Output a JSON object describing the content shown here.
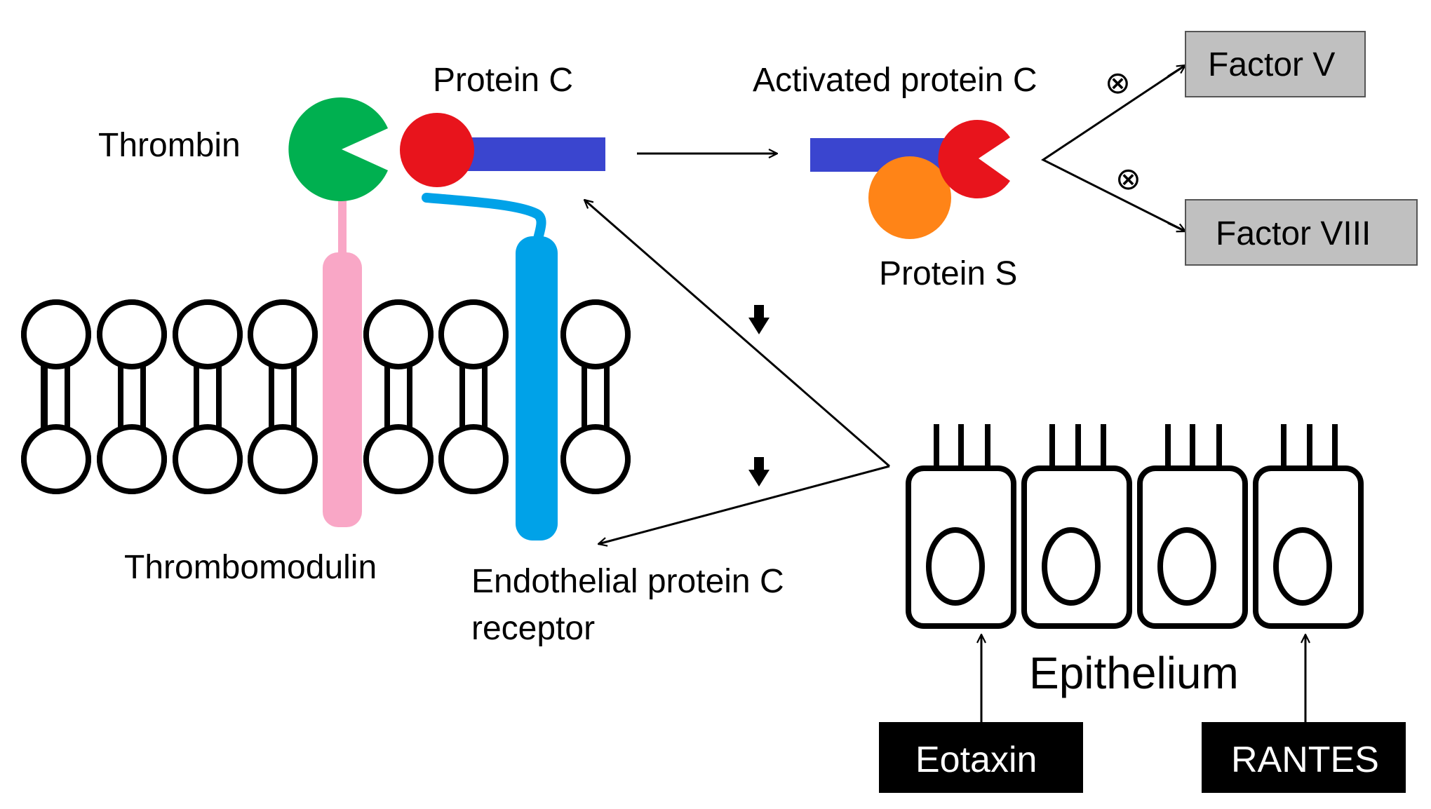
{
  "labels": {
    "thrombin": "Thrombin",
    "protein_c": "Protein C",
    "activated_protein_c": "Activated protein C",
    "protein_s": "Protein S",
    "factor_v": "Factor V",
    "factor_viii": "Factor VIII",
    "thrombomodulin": "Thrombomodulin",
    "epcr_line1": "Endothelial protein C",
    "epcr_line2": "receptor",
    "epithelium": "Epithelium",
    "eotaxin": "Eotaxin",
    "rantes": "RANTES"
  },
  "symbols": {
    "inhibit": "⊗",
    "down_arrow": "🡇"
  },
  "colors": {
    "thrombin": "#00b050",
    "protein_c_head": "#e8141c",
    "protein_c_tail": "#3a45cf",
    "protein_s": "#ff8417",
    "thrombomodulin": "#f9a7c6",
    "epcr": "#00a2e8",
    "factor_box_fill": "#c0c0c0",
    "chemokine_box_fill": "#000000",
    "line": "#000000"
  }
}
